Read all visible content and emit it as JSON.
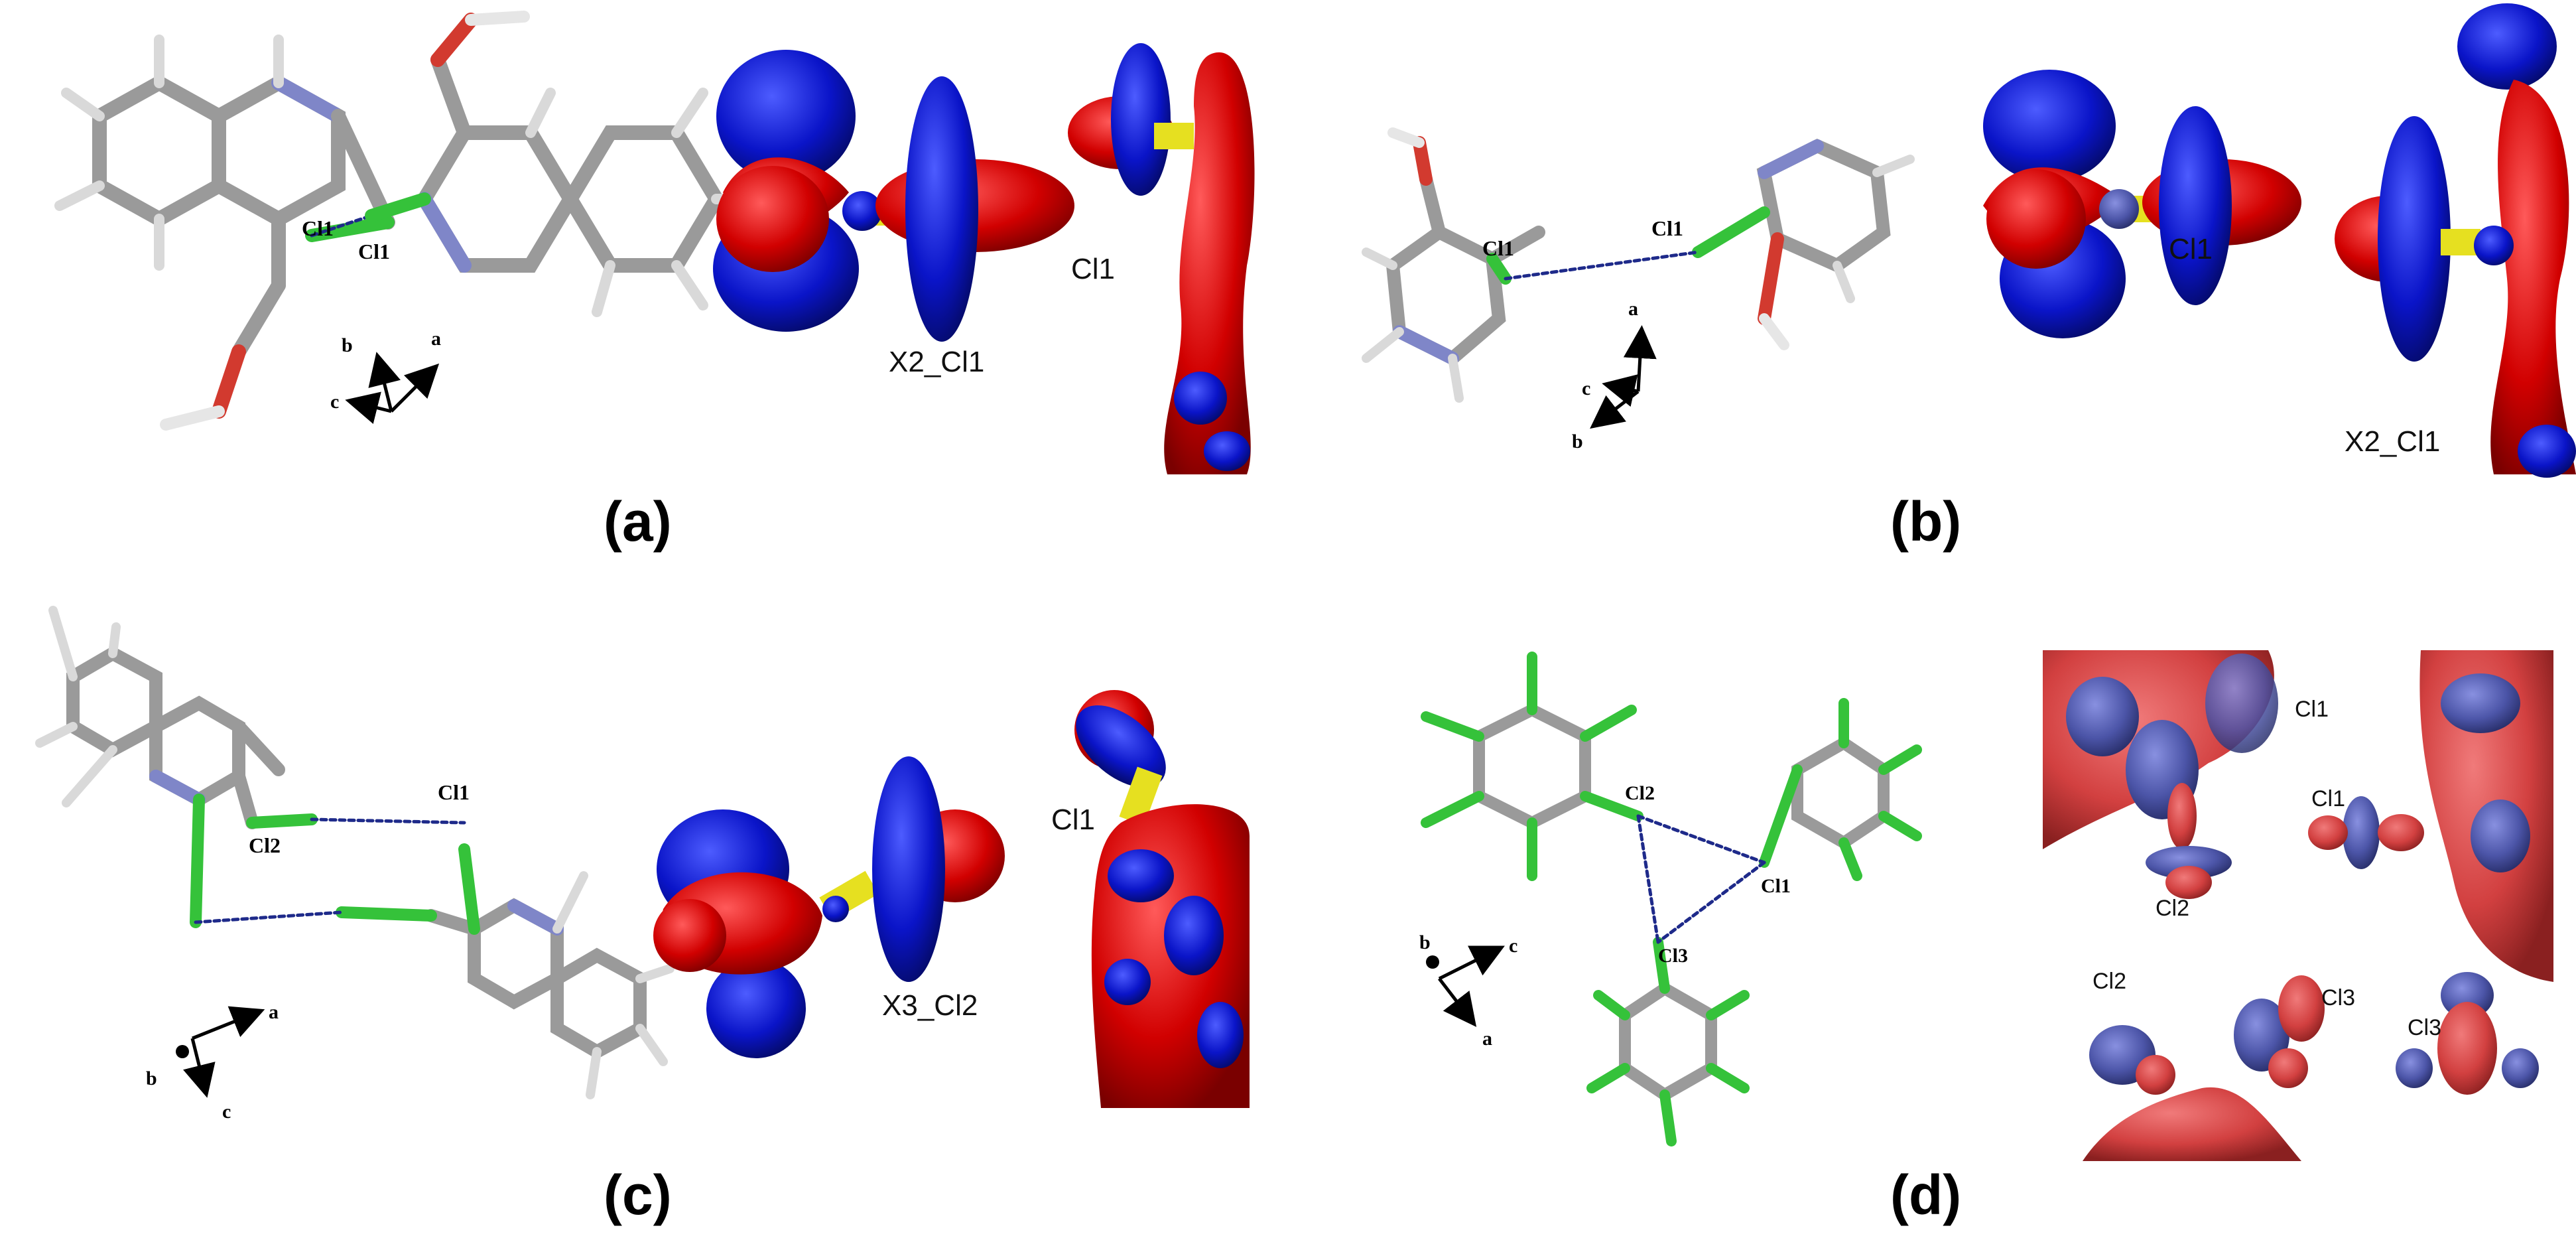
{
  "panels": [
    {
      "letter": "(a)",
      "atom_labels": [
        "Cl1",
        "Cl1"
      ],
      "axes": [
        "b",
        "a",
        "c"
      ],
      "orbital_labels": [
        "X2_Cl1",
        "Cl1"
      ]
    },
    {
      "letter": "(b)",
      "atom_labels": [
        "Cl1",
        "Cl1"
      ],
      "axes": [
        "a",
        "c",
        "b"
      ],
      "orbital_labels": [
        "Cl1",
        "X2_Cl1"
      ]
    },
    {
      "letter": "(c)",
      "atom_labels": [
        "Cl1",
        "Cl2"
      ],
      "axes": [
        "a",
        "b",
        "c"
      ],
      "orbital_labels": [
        "X3_Cl2",
        "Cl1"
      ]
    },
    {
      "letter": "(d)",
      "atom_labels": [
        "Cl2",
        "Cl1",
        "Cl3"
      ],
      "axes": [
        "b",
        "c",
        "a"
      ],
      "orbital_labels": [
        "Cl1",
        "Cl2",
        "Cl1",
        "Cl2",
        "Cl3",
        "Cl3"
      ]
    }
  ],
  "colors": {
    "carbon": "#9a9a9a",
    "nitrogen": "#7f86c8",
    "oxygen": "#d23a2f",
    "hydrogen": "#e6e6e6",
    "chlorine": "#35c23a",
    "positive_lobe": "#d10000",
    "negative_lobe": "#0a14c8",
    "soft_red": "#d24040",
    "soft_blue": "#4c55a8",
    "bond_yellow": "#e6e020"
  }
}
